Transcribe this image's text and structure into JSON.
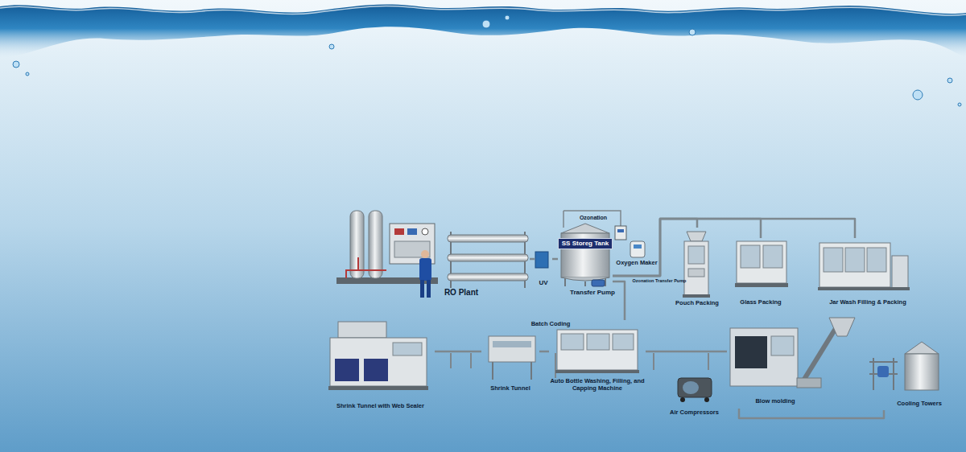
{
  "diagram": {
    "nodes": [
      {
        "text": [
          "RO Plant"
        ]
      },
      {
        "text": [
          "UV"
        ]
      },
      {
        "text": [
          "SS Storeg Tank"
        ]
      },
      {
        "text": [
          "Oxygen Maker"
        ]
      },
      {
        "text": [
          "Pouch Packing"
        ]
      },
      {
        "text": [
          "Glass Packing"
        ]
      },
      {
        "text": [
          "Jar Wash Filling & Packing"
        ]
      },
      {
        "text": [
          "Shrink Tunnel with Web Sealer"
        ]
      },
      {
        "text": [
          "Shrink Tunnel"
        ]
      },
      {
        "text": [
          "Auto Bottle Washing, Filling, and Capping Machine"
        ]
      },
      {
        "text": [
          "Air Compressors"
        ]
      },
      {
        "text": [
          "Blow molding"
        ]
      },
      {
        "text": [
          "Cooling Towers"
        ]
      }
    ],
    "edges": [
      {
        "from": 0,
        "to": 1,
        "arrow": "none"
      },
      {
        "from": 1,
        "to": 2,
        "arrow": "none"
      },
      {
        "from": 2,
        "to": 4,
        "arrow": "none"
      },
      {
        "from": 2,
        "to": 5,
        "arrow": "none"
      },
      {
        "from": 2,
        "to": 6,
        "arrow": "none"
      },
      {
        "from": 2,
        "to": 9,
        "arrow": "none"
      },
      {
        "from": 7,
        "to": 8,
        "arrow": "none"
      },
      {
        "from": 8,
        "to": 9,
        "arrow": "none"
      },
      {
        "from": 9,
        "to": 11,
        "arrow": "none"
      },
      {
        "from": 11,
        "to": 12,
        "arrow": "none"
      }
    ],
    "labels": [
      "Ozonation",
      "Ozonation Transfer Pump",
      "Transfer Pump",
      "Batch Coding"
    ]
  }
}
